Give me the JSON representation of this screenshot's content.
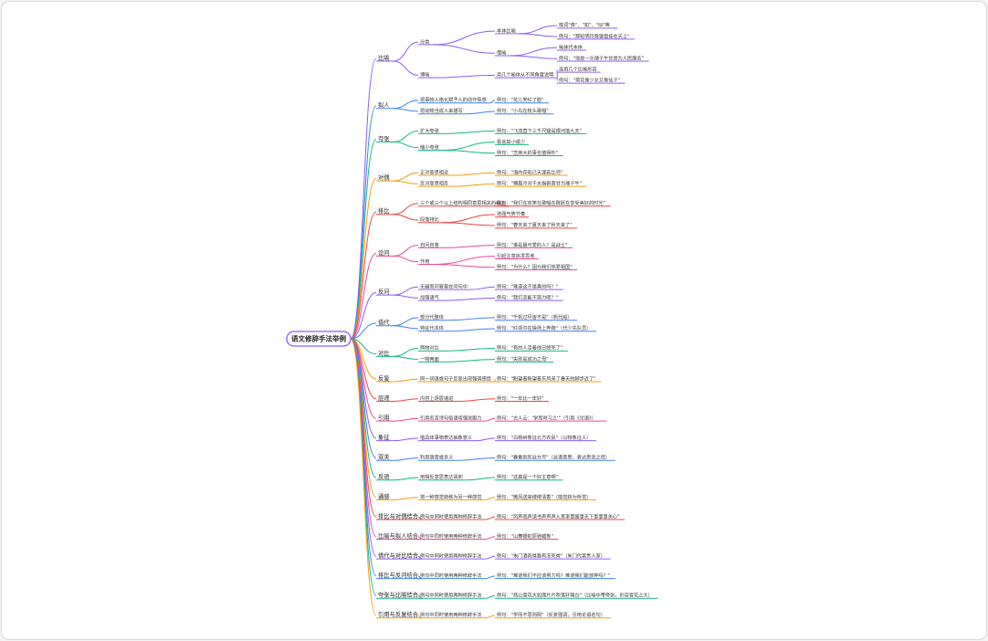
{
  "root": "语文修辞手法举例",
  "colors": {
    "purple": "#8b5cf6",
    "blue": "#3b82f6",
    "green": "#10b981",
    "orange": "#f59e0b",
    "red": "#ef4444",
    "pink": "#ec4899",
    "teal": "#14b8a6"
  },
  "branches": [
    {
      "label": "比喻",
      "color": "#8b5cf6",
      "children": [
        {
          "label": "分类",
          "children": [
            {
              "label": "本体比喻",
              "children": [
                {
                  "label": "喻词\"像\"、\"如\"、\"似\"等"
                },
                {
                  "label": "例句：\"那轮明月像银盘挂在天上\""
                }
              ]
            },
            {
              "label": "借喻",
              "children": [
                {
                  "label": "喻体代本体"
                },
                {
                  "label": "例句：\"他是一头孺子牛甘愿为人民服务\""
                }
              ]
            }
          ]
        },
        {
          "label": "博喻",
          "children": [
            {
              "label": "用几个喻体从不同角度说明",
              "children": [
                {
                  "label": "连用几个比喻形容"
                },
                {
                  "label": "例句：\"荷花像少女又像仙子\""
                }
              ]
            }
          ]
        }
      ]
    },
    {
      "label": "拟人",
      "color": "#3b82f6",
      "children": [
        {
          "label": "把事物人格化赋予人的动作情感",
          "children": [
            {
              "label": "例句：\"花儿笑红了脸\""
            }
          ]
        },
        {
          "label": "把动物当成人来描写",
          "children": [
            {
              "label": "例句：\"小鸟在枝头歌唱\""
            }
          ]
        }
      ]
    },
    {
      "label": "夸张",
      "color": "#10b981",
      "children": [
        {
          "label": "扩大夸张",
          "children": [
            {
              "label": "例句：\"飞流直下三千尺疑是银河落九天\""
            }
          ]
        },
        {
          "label": "缩小夸张",
          "children": [
            {
              "label": "极言其小或少"
            },
            {
              "label": "例句：\"芝麻大的事也值得吵\""
            }
          ]
        }
      ]
    },
    {
      "label": "对偶",
      "color": "#f59e0b",
      "children": [
        {
          "label": "正对意思相近",
          "children": [
            {
              "label": "例句：\"海内存知己天涯若比邻\""
            }
          ]
        },
        {
          "label": "反对意思相反",
          "children": [
            {
              "label": "例句：\"横眉冷对千夫指俯首甘为孺子牛\""
            }
          ]
        }
      ]
    },
    {
      "label": "排比",
      "color": "#ef4444",
      "children": [
        {
          "label": "三个或三个以上结构相同意思相关的句子",
          "children": [
            {
              "label": "例句：\"我们在欢笑在歌唱在跳跃在享受美好的时光\""
            }
          ]
        },
        {
          "label": "段落排比",
          "children": [
            {
              "label": "增强气势节奏"
            },
            {
              "label": "例句：\"春天来了夏天来了秋天来了\""
            }
          ]
        }
      ]
    },
    {
      "label": "设问",
      "color": "#ec4899",
      "children": [
        {
          "label": "自问自答",
          "children": [
            {
              "label": "例句：\"谁是最可爱的人？是战士\""
            }
          ]
        },
        {
          "label": "作用",
          "children": [
            {
              "label": "引起注意启发思考"
            },
            {
              "label": "例句：\"为什么？因为我们热爱祖国\""
            }
          ]
        }
      ]
    },
    {
      "label": "反问",
      "color": "#8b5cf6",
      "children": [
        {
          "label": "无疑而问答案在问句中",
          "children": [
            {
              "label": "例句：\"难道这不是真的吗？\""
            }
          ]
        },
        {
          "label": "加强语气",
          "children": [
            {
              "label": "例句：\"我们怎能不努力呢？\""
            }
          ]
        }
      ]
    },
    {
      "label": "借代",
      "color": "#3b82f6",
      "children": [
        {
          "label": "部分代整体",
          "children": [
            {
              "label": "例句：\"千帆过尽皆不是\"（帆代船）"
            }
          ]
        },
        {
          "label": "特征代本体",
          "children": [
            {
              "label": "例句：\"红领巾在操场上奔跑\"（代少先队员）"
            }
          ]
        }
      ]
    },
    {
      "label": "对比",
      "color": "#10b981",
      "children": [
        {
          "label": "两物对比",
          "children": [
            {
              "label": "例句：\"有的人活着他已经死了\""
            }
          ]
        },
        {
          "label": "一物两面",
          "children": [
            {
              "label": "例句：\"失败是成功之母\""
            }
          ]
        }
      ]
    },
    {
      "label": "反复",
      "color": "#f59e0b",
      "children": [
        {
          "label": "同一词语或句子反复出现强调感情",
          "children": [
            {
              "label": "例句：\"盼望着盼望着东风来了春天的脚步近了\""
            }
          ]
        }
      ]
    },
    {
      "label": "层递",
      "color": "#ef4444",
      "children": [
        {
          "label": "内容上逐层递进",
          "children": [
            {
              "label": "例句：\"一年比一年好\""
            }
          ]
        }
      ]
    },
    {
      "label": "引用",
      "color": "#ec4899",
      "children": [
        {
          "label": "引用名言诗句俗语增强说服力",
          "children": [
            {
              "label": "例句：\"古人云：'学而时习之'\"（引用《论语》）"
            }
          ]
        }
      ]
    },
    {
      "label": "象征",
      "color": "#8b5cf6",
      "children": [
        {
          "label": "借具体事物表达抽象意义",
          "children": [
            {
              "label": "例句：\"白杨树象征北方农民\"（以物象征人）"
            }
          ]
        }
      ]
    },
    {
      "label": "双关",
      "color": "#3b82f6",
      "children": [
        {
          "label": "利用谐音或多义",
          "children": [
            {
              "label": "例句：\"春蚕到死丝方尽\"（丝谐音思，表达思念之情）"
            }
          ]
        }
      ]
    },
    {
      "label": "反语",
      "color": "#10b981",
      "children": [
        {
          "label": "用相反意思表达讽刺",
          "children": [
            {
              "label": "例句：\"这真是一个好主意啊\""
            }
          ]
        }
      ]
    },
    {
      "label": "通感",
      "color": "#f59e0b",
      "children": [
        {
          "label": "将一种感觉转移为另一种感觉",
          "children": [
            {
              "label": "例句：\"微风送来缕缕清香\"（嗅觉转为听觉）"
            }
          ]
        }
      ]
    },
    {
      "label": "排比与对偶结合",
      "color": "#ef4444",
      "children": [
        {
          "label": "例句中同时使用两种修辞手法",
          "children": [
            {
              "label": "例句：\"风声雨声读书声声声入耳家事国事天下事事事关心\""
            }
          ]
        }
      ]
    },
    {
      "label": "比喻与拟人结合",
      "color": "#ec4899",
      "children": [
        {
          "label": "例句中同时使用两种修辞手法",
          "children": [
            {
              "label": "例句：\"山舞银蛇原驰蜡象\""
            }
          ]
        }
      ]
    },
    {
      "label": "借代与对比结合",
      "color": "#8b5cf6",
      "children": [
        {
          "label": "例句中同时使用两种修辞手法",
          "children": [
            {
              "label": "例句：\"朱门酒肉臭路有冻死骨\"（朱门代富贵人家）"
            }
          ]
        }
      ]
    },
    {
      "label": "排比与反问结合",
      "color": "#3b82f6",
      "children": [
        {
          "label": "例句中同时使用两种修辞手法",
          "children": [
            {
              "label": "例句：\"难道我们不应该努力吗？难道我们能放弃吗？\""
            }
          ]
        }
      ]
    },
    {
      "label": "夸张与比喻结合",
      "color": "#10b981",
      "children": [
        {
          "label": "例句中同时使用两种修辞手法",
          "children": [
            {
              "label": "例句：\"燕山雪花大如席片片吹落轩辕台\"（比喻中带夸张，形容雪花之大）"
            }
          ]
        }
      ]
    },
    {
      "label": "引用与反复结合",
      "color": "#f59e0b",
      "children": [
        {
          "label": "例句中同时使用两种修辞手法",
          "children": [
            {
              "label": "例句：\"学而不思则罔\"（反复强调，引用论语名句）"
            }
          ]
        }
      ]
    }
  ]
}
